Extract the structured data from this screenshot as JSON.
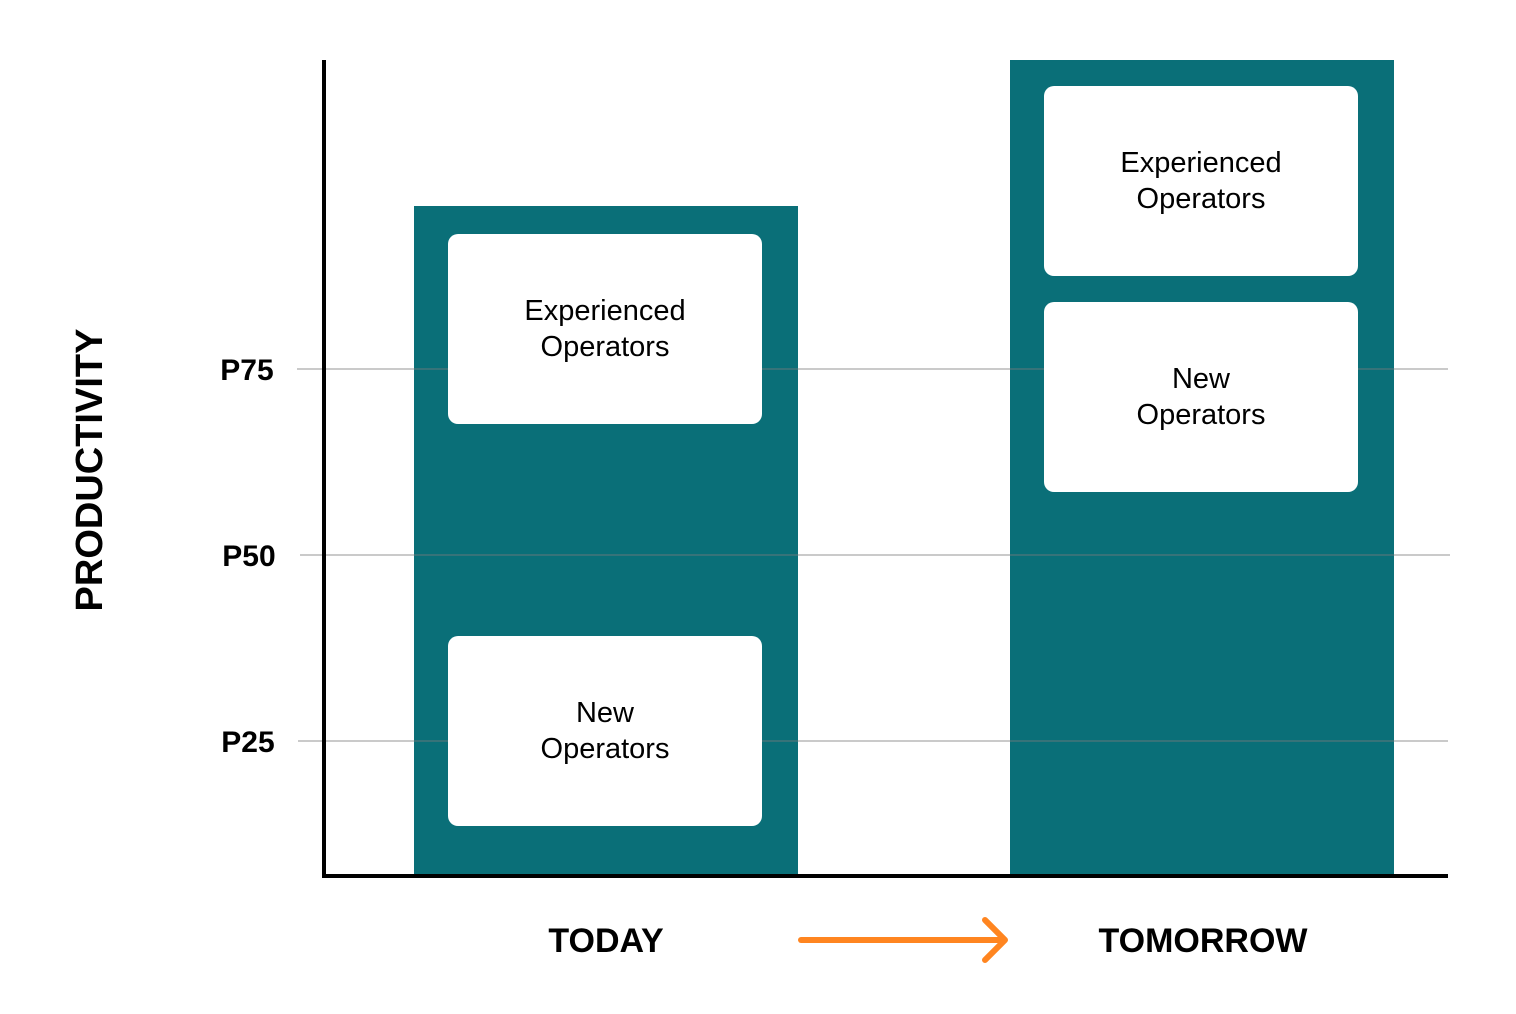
{
  "y_axis": {
    "label": "PRODUCTIVITY",
    "ticks": [
      "P75",
      "P50",
      "P25"
    ]
  },
  "columns": [
    {
      "label": "TODAY",
      "boxes": [
        {
          "line1": "Experienced",
          "line2": "Operators"
        },
        {
          "line1": "New",
          "line2": "Operators"
        }
      ]
    },
    {
      "label": "TOMORROW",
      "boxes": [
        {
          "line1": "Experienced",
          "line2": "Operators"
        },
        {
          "line1": "New",
          "line2": "Operators"
        }
      ]
    }
  ],
  "arrow": {
    "icon": "arrow-right-icon",
    "direction": "today-to-tomorrow"
  },
  "colors": {
    "bar": "#0a6f78",
    "arrow": "#ff8520",
    "box": "#ffffff",
    "grid": "#c8c8c8",
    "axis": "#000000"
  }
}
